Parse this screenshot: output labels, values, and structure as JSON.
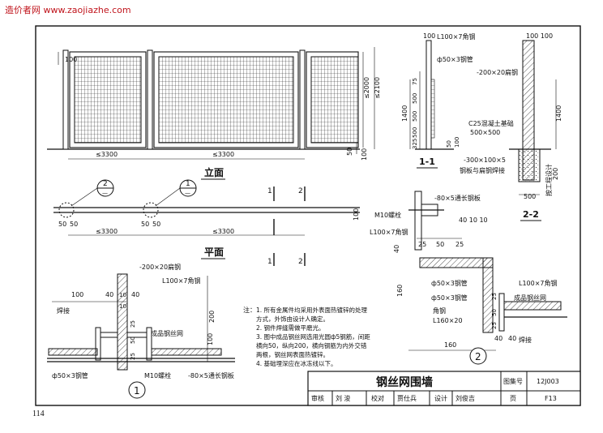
{
  "watermark": "造价者网 www.zaojiazhe.com",
  "page_number": "114",
  "elevation": {
    "title": "立面",
    "dim_top": "100",
    "dim_h1": "≤2000",
    "dim_h2": "≤2100",
    "dim_span1": "≤3300",
    "dim_span2": "≤3300",
    "dim_base": "50",
    "dim_base2": "100"
  },
  "plan": {
    "title": "平面",
    "detail1": "2",
    "detail2": "1",
    "detail_sheet": "—",
    "dim_a": "50",
    "dim_b": "50",
    "dim_c": "50",
    "dim_d": "50",
    "dim_span1": "≤3300",
    "dim_span2": "≤3300",
    "dim_right": "100",
    "sec_left": "1",
    "sec_right": "2"
  },
  "section11": {
    "title": "1-1",
    "angle": "L100×7角钢",
    "pipe": "ф50×3钢管",
    "dims_top": "100",
    "d75": "75",
    "d500a": "500",
    "d500b": "500",
    "d500c": "500",
    "d325": "325",
    "d1400": "1400",
    "d50": "50",
    "d100": "100"
  },
  "section22": {
    "title": "2-2",
    "flat": "-200×20扁钢",
    "concrete": "C25混凝土基础",
    "concrete_size": "500×500",
    "plate": "-300×100×5",
    "weld": "钢板与扁钢焊接",
    "dims_top": "100 100",
    "d1400": "1400",
    "d200": "200",
    "d500": "500",
    "design": "按工程设计"
  },
  "detail2": {
    "strip": "-80×5通长钢板",
    "bolt": "M10螺栓",
    "angle": "L100×7角钢",
    "dims_top": "40 10 10",
    "d25a": "25",
    "d50a": "50",
    "d25b": "25",
    "d40": "40",
    "pipe1": "ф50×3钢管",
    "pipe2": "ф50×3钢管",
    "angle2": "角钢",
    "angle_size": "L160×20",
    "angle3": "L100×7角钢",
    "mesh": "成品钢丝网",
    "weld": "焊接",
    "d160a": "160",
    "d160b": "160",
    "d40b": "40",
    "d25c": "25",
    "d50b": "50",
    "d25d": "25",
    "d40c": "40",
    "num": "2"
  },
  "detail1": {
    "flat": "-200×20扁钢",
    "angle": "L100×7角钢",
    "d100": "100",
    "d40": "40",
    "d10a": "10",
    "d40b": "40",
    "d10b": "10",
    "weld": "焊接",
    "mesh": "成品钢丝网",
    "d25a": "25",
    "d50": "50",
    "d25b": "25",
    "d200": "200",
    "d100b": "100",
    "pipe": "ф50×3钢管",
    "bolt": "M10螺栓",
    "strip": "-80×5通长钢板",
    "num": "1"
  },
  "notes": {
    "head": "注：",
    "items": [
      "1. 所有金属件均采用外表面热镀锌的处理",
      "   方式，外饰由设计人确定。",
      "2. 钢件焊缝需做平磨光。",
      "3. 图中成品钢丝网选用光圆ф5钢筋，间距",
      "   横向50，纵向200，横向钢筋为内外交错",
      "   两根，钢丝网表面热镀锌。",
      "4. 基础埋深应在冰冻线以下。"
    ]
  },
  "titleblock": {
    "name": "钢丝网围墙",
    "atlas_label": "图集号",
    "atlas_no": "12J003",
    "page_label": "页",
    "page_no": "F13",
    "review": "审核",
    "reviewer": "刘 浚",
    "check": "校对",
    "checker": "贾仕兵",
    "design": "设计",
    "designer": "刘俊吉"
  }
}
